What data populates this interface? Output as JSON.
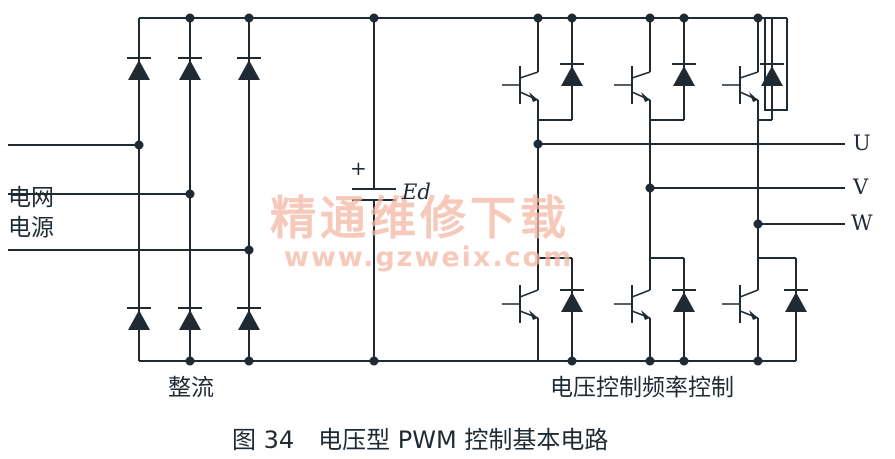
{
  "diagram": {
    "grid_label_line1": "电网",
    "grid_label_line2": "电源",
    "rectifier_label": "整流",
    "capacitor_plus": "+",
    "capacitor_voltage": "Ed",
    "output_u": "U",
    "output_v": "V",
    "output_w": "W",
    "inverter_label": "电压控制频率控制"
  },
  "watermark": {
    "title": "精通维修下载",
    "url": "www.gzweix.com"
  },
  "caption": "图 34　电压型 PWM 控制基本电路",
  "colors": {
    "line": "#1f2a33",
    "watermark": "#f4b7a3",
    "background": "#ffffff"
  }
}
